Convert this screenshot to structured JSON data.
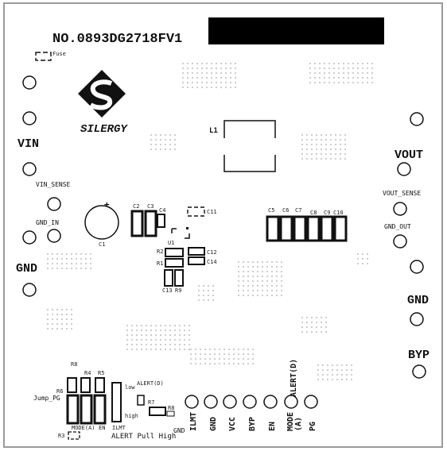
{
  "board": {
    "part_number": "NO.0893DG2718FV1",
    "brand": "SILERGY"
  },
  "left_labels": {
    "fuse": "Fuse",
    "vin": "VIN",
    "vin_sense": "VIN_SENSE",
    "gnd_in": "GND_IN",
    "gnd": "GND"
  },
  "right_labels": {
    "vout": "VOUT",
    "vout_sense": "VOUT_SENSE",
    "gnd_out": "GND_OUT",
    "gnd": "GND",
    "byp": "BYP"
  },
  "components": {
    "l1": "L1",
    "c1": "C1",
    "c2": "C2",
    "c3": "C3",
    "c4": "C4",
    "c5": "C5",
    "c6": "C6",
    "c7": "C7",
    "c8": "C8",
    "c9": "C9",
    "c10": "C10",
    "c11": "C11",
    "c12": "C12",
    "c13": "C13",
    "c14": "C14",
    "u1": "U1",
    "r1": "R1",
    "r2": "R2",
    "r3": "R3",
    "r4": "R4",
    "r5": "R5",
    "r6": "R6",
    "r7": "R7",
    "r8": "R8",
    "r9": "R9",
    "plus": "+"
  },
  "bottom_labels": {
    "jump_pg": "Jump_PG",
    "mode_a": "MODE(A)",
    "en": "EN",
    "ilmt_small": "ILMT",
    "low": "low",
    "high": "high",
    "alert_d_small": "ALERT(D)",
    "alert_pull_high": "ALERT Pull High",
    "gnd_left": "GND"
  },
  "bottom_pins": [
    "ILMT",
    "GND",
    "VCC",
    "BYP",
    "EN",
    "MODE\n(A)",
    "ALERT(D)",
    "PG"
  ]
}
